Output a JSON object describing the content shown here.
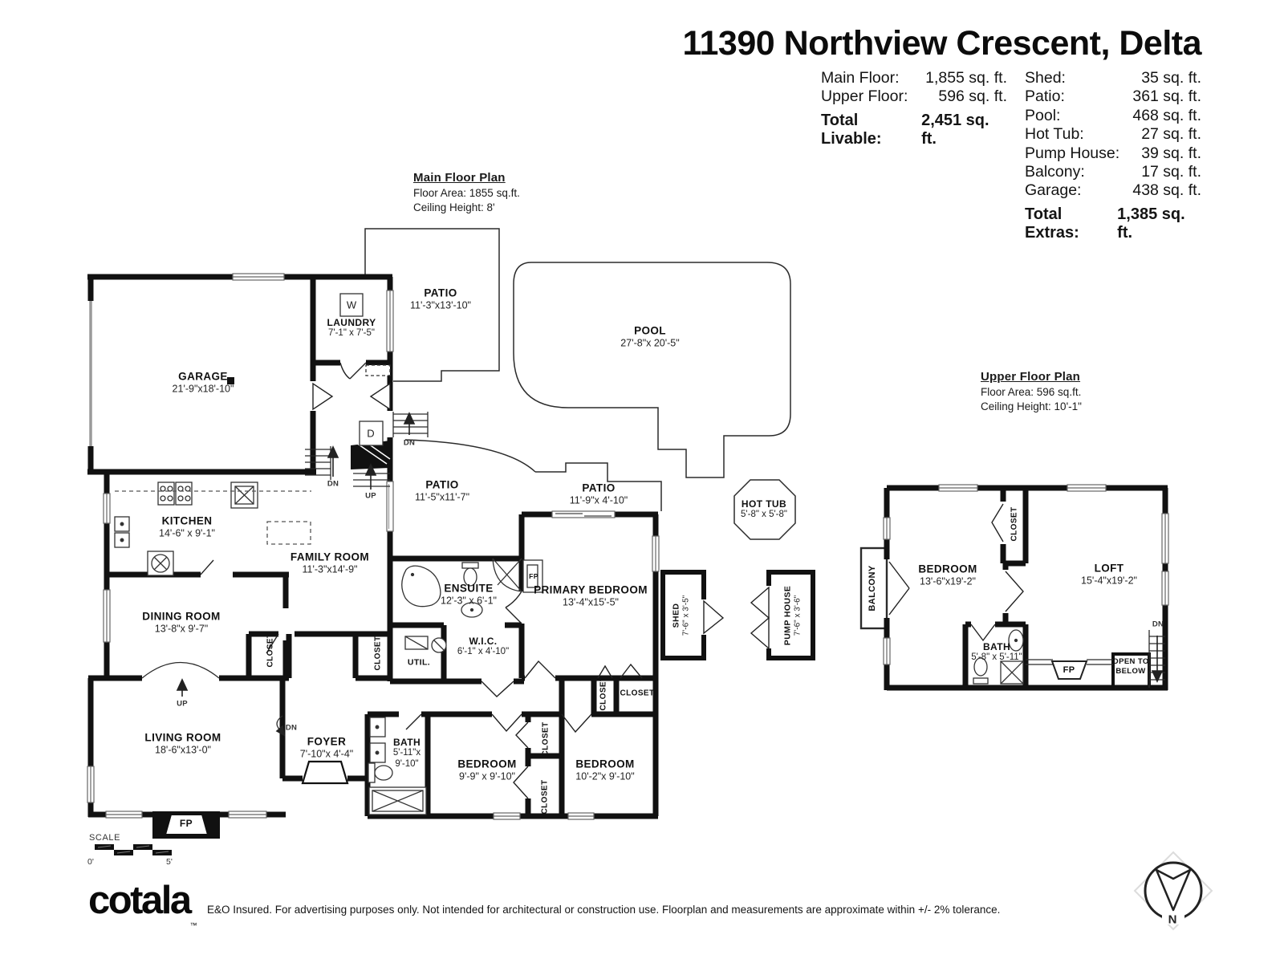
{
  "header": {
    "title": "11390 Northview Crescent, Delta",
    "livable_rows": [
      {
        "label": "Main Floor:",
        "value": "1,855 sq. ft."
      },
      {
        "label": "Upper Floor:",
        "value": "596 sq. ft."
      }
    ],
    "total_livable_label": "Total Livable:",
    "total_livable_value": "2,451 sq. ft.",
    "extras_rows": [
      {
        "label": "Shed:",
        "value": "35 sq. ft."
      },
      {
        "label": "Patio:",
        "value": "361 sq. ft."
      },
      {
        "label": "Pool:",
        "value": "468 sq. ft."
      },
      {
        "label": "Hot Tub:",
        "value": "27 sq. ft."
      },
      {
        "label": "Pump House:",
        "value": "39 sq. ft."
      },
      {
        "label": "Balcony:",
        "value": "17 sq. ft."
      },
      {
        "label": "Garage:",
        "value": "438 sq. ft."
      }
    ],
    "total_extras_label": "Total Extras:",
    "total_extras_value": "1,385 sq. ft."
  },
  "main_plan": {
    "title": "Main Floor Plan",
    "area_line": "Floor Area: 1855 sq.ft.",
    "ceiling_line": "Ceiling Height: 8'",
    "rooms": [
      {
        "name": "GARAGE",
        "dims": "21'-9\"x18'-10\""
      },
      {
        "name": "LAUNDRY",
        "dims": "7'-1\" x 7'-5\""
      },
      {
        "name": "PATIO",
        "dims": "11'-3\"x13'-10\""
      },
      {
        "name": "POOL",
        "dims": "27'-8\"x 20'-5\""
      },
      {
        "name": "PATIO",
        "dims": "11'-5\"x11'-7\""
      },
      {
        "name": "PATIO",
        "dims": "11'-9\"x 4'-10\""
      },
      {
        "name": "HOT TUB",
        "dims": "5'-8\" x 5'-8\""
      },
      {
        "name": "KITCHEN",
        "dims": "14'-6\" x 9'-1\""
      },
      {
        "name": "FAMILY ROOM",
        "dims": "11'-3\"x14'-9\""
      },
      {
        "name": "ENSUITE",
        "dims": "12'-3\" x 6'-1\""
      },
      {
        "name": "PRIMARY BEDROOM",
        "dims": "13'-4\"x15'-5\""
      },
      {
        "name": "SHED",
        "dims": "7'-6\" x 3'-5\""
      },
      {
        "name": "PUMP HOUSE",
        "dims": "7'-6\" x 3'-6\""
      },
      {
        "name": "DINING ROOM",
        "dims": "13'-8\"x 9'-7\""
      },
      {
        "name": "W.I.C.",
        "dims": "6'-1\" x 4'-10\""
      },
      {
        "name": "UTIL.",
        "dims": ""
      },
      {
        "name": "LIVING ROOM",
        "dims": "18'-6\"x13'-0\""
      },
      {
        "name": "FOYER",
        "dims": "7'-10\"x 4'-4\""
      },
      {
        "name": "BATH",
        "dims": "5'-11\"x 9'-10\""
      },
      {
        "name": "BEDROOM",
        "dims": "9'-9\" x 9'-10\""
      },
      {
        "name": "BEDROOM",
        "dims": "10'-2\"x 9'-10\""
      }
    ]
  },
  "upper_plan": {
    "title": "Upper Floor Plan",
    "area_line": "Floor Area: 596 sq.ft.",
    "ceiling_line": "Ceiling Height: 10'-1\"",
    "rooms": [
      {
        "name": "BEDROOM",
        "dims": "13'-6\"x19'-2\""
      },
      {
        "name": "LOFT",
        "dims": "15'-4\"x19'-2\""
      },
      {
        "name": "BATH",
        "dims": "5'-8\" x 5'-11\""
      }
    ]
  },
  "annotations": {
    "closet": "CLOSET",
    "balcony": "BALCONY",
    "open_below": "OPEN TO BELOW",
    "fp": "FP",
    "washer": "W",
    "dryer": "D",
    "up": "UP",
    "dn": "DN"
  },
  "scale": {
    "label": "SCALE",
    "start": "0'",
    "end": "5'"
  },
  "compass": {
    "north": "N"
  },
  "footer": {
    "logo": "cotala",
    "tm": "™",
    "disclaimer": "E&O Insured. For advertising purposes only. Not intended for architectural or construction use. Floorplan and measurements are approximate within +/- 2% tolerance."
  }
}
